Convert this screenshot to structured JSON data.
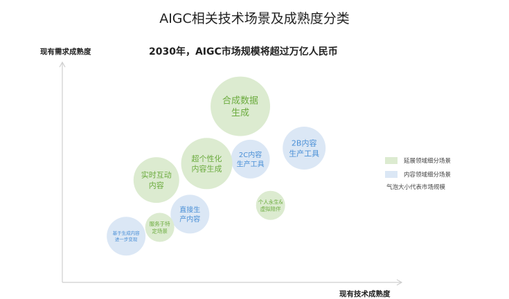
{
  "chart_data": {
    "type": "scatter",
    "subtype": "bubble",
    "title": "AIGC相关技术场景及成熟度分类",
    "subtitle": "2030年，AIGC市场规模将超过万亿人民币",
    "xlabel": "现有技术成熟度",
    "ylabel": "现有需求成熟度",
    "xlim": [
      0,
      10
    ],
    "ylim": [
      0,
      10
    ],
    "grid": false,
    "legend_position": "right",
    "colors": {
      "extended_fill": "#dcebd0",
      "extended_text": "#6bab3e",
      "content_fill": "#dbe7f5",
      "content_text": "#4a8fd6",
      "axis": "#cfcfcf"
    },
    "legend": [
      {
        "label": "延展领域细分场景",
        "category": "extended"
      },
      {
        "label": "内容领域细分场景",
        "category": "content"
      }
    ],
    "legend_note": "气泡大小代表市场规模",
    "points": [
      {
        "lines": [
          "合成数据",
          "生成"
        ],
        "x": 5.3,
        "y": 8.0,
        "size": 43,
        "category": "extended",
        "fs": 13
      },
      {
        "lines": [
          "2B内容",
          "生产工具"
        ],
        "x": 7.2,
        "y": 6.1,
        "size": 31,
        "category": "content",
        "fs": 11
      },
      {
        "lines": [
          "2C内容",
          "生产工具"
        ],
        "x": 5.6,
        "y": 5.6,
        "size": 28,
        "category": "content",
        "fs": 10
      },
      {
        "lines": [
          "超个性化",
          "内容生成"
        ],
        "x": 4.3,
        "y": 5.4,
        "size": 37,
        "category": "extended",
        "fs": 11
      },
      {
        "lines": [
          "实时互动",
          "内容"
        ],
        "x": 2.8,
        "y": 4.65,
        "size": 33,
        "category": "extended",
        "fs": 11
      },
      {
        "lines": [
          "个人永生&",
          "虚拟陪伴"
        ],
        "x": 6.2,
        "y": 3.5,
        "size": 21,
        "category": "extended",
        "fs": 7.5
      },
      {
        "lines": [
          "直接生",
          "产内容"
        ],
        "x": 3.8,
        "y": 3.1,
        "size": 28,
        "category": "content",
        "fs": 10
      },
      {
        "lines": [
          "服务于特",
          "定场景"
        ],
        "x": 2.9,
        "y": 2.5,
        "size": 21,
        "category": "extended",
        "fs": 7.5
      },
      {
        "lines": [
          "基于生成内容",
          "进一步变现"
        ],
        "x": 1.9,
        "y": 2.1,
        "size": 28,
        "category": "content",
        "fs": 6.5
      }
    ]
  }
}
